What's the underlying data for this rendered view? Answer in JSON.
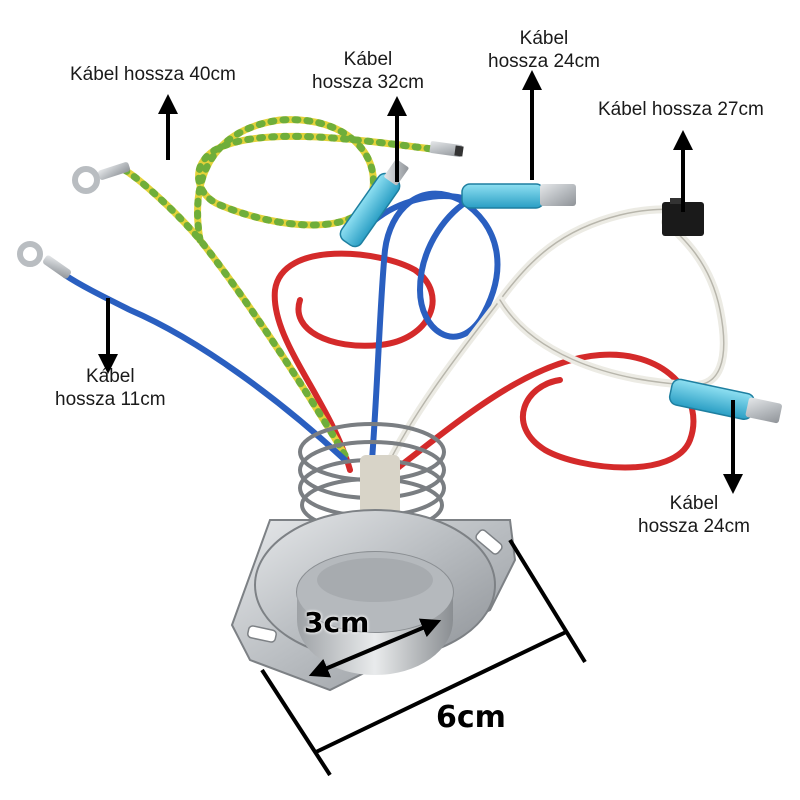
{
  "labels": {
    "yellow_wire": {
      "line1": "Kábel hossza 40cm"
    },
    "blue_terminal_top": {
      "line1": "Kábel",
      "line2": "hossza 32cm"
    },
    "cyan_terminal_top": {
      "line1": "Kábel",
      "line2": "hossza 24cm"
    },
    "black_connector": {
      "line1": "Kábel hossza 27cm"
    },
    "blue_ring_wire": {
      "line1": "Kábel",
      "line2": "hossza 11cm"
    },
    "cyan_terminal_right": {
      "line1": "Kábel",
      "line2": "hossza 24cm"
    }
  },
  "dimensions": {
    "inner_diameter": "3cm",
    "flange_width": "6cm"
  },
  "colors": {
    "yellow_wire": "#e3d23a",
    "green_stripe": "#6fae3a",
    "blue_wire": "#2a5fc0",
    "red_wire": "#d42a2a",
    "white_wire": "#ecebe4",
    "terminal_cyan": "#3fb6d6",
    "metal": "#c9ccd0"
  }
}
